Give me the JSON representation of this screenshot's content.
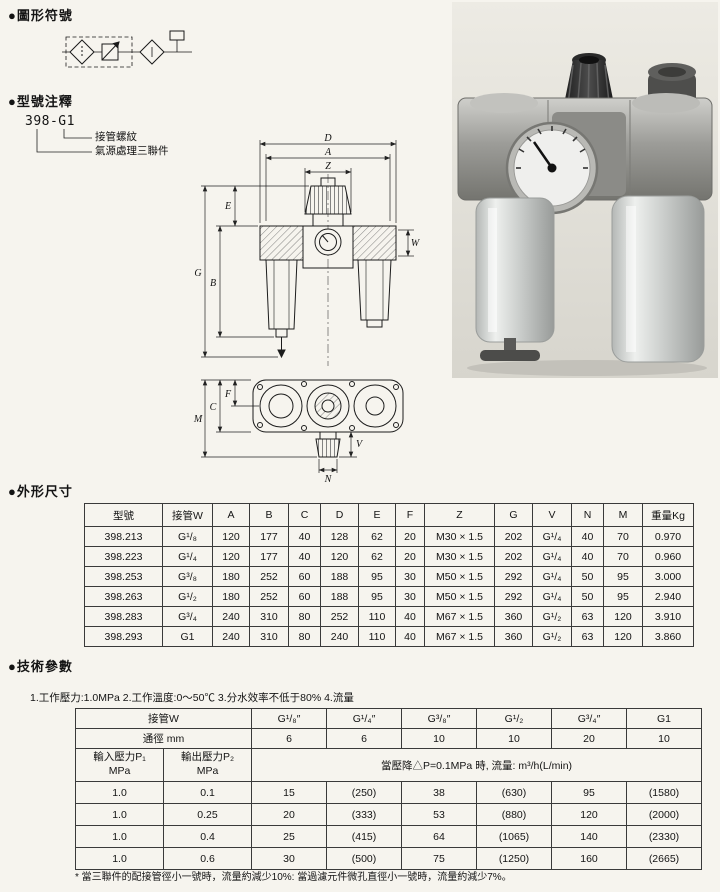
{
  "page_bg": "#f6f4ee",
  "border_color": "#3a3a3a",
  "sections": {
    "symbol_heading": "●圖形符號",
    "model_heading": "●型號注釋",
    "dims_heading": "●外形尺寸",
    "tech_heading": "●技術參數"
  },
  "model_note": {
    "code": "398-G1",
    "callout_thread": "接管螺紋",
    "callout_unit": "氣源處理三聯件"
  },
  "drawing_labels": {
    "D": "D",
    "A": "A",
    "Z": "Z",
    "E": "E",
    "W": "W",
    "G": "G",
    "B": "B",
    "C": "C",
    "F": "F",
    "M": "M",
    "N": "N",
    "V": "V"
  },
  "dim_table": {
    "headers": [
      "型號",
      "接管W",
      "A",
      "B",
      "C",
      "D",
      "E",
      "F",
      "Z",
      "G",
      "V",
      "N",
      "M",
      "重量Kg"
    ],
    "rows": [
      [
        "398.213",
        "G¹/₈",
        "120",
        "177",
        "40",
        "128",
        "62",
        "20",
        "M30 × 1.5",
        "202",
        "G¹/₄",
        "40",
        "70",
        "0.970"
      ],
      [
        "398.223",
        "G¹/₄",
        "120",
        "177",
        "40",
        "120",
        "62",
        "20",
        "M30 × 1.5",
        "202",
        "G¹/₄",
        "40",
        "70",
        "0.960"
      ],
      [
        "398.253",
        "G³/₈",
        "180",
        "252",
        "60",
        "188",
        "95",
        "30",
        "M50 × 1.5",
        "292",
        "G¹/₄",
        "50",
        "95",
        "3.000"
      ],
      [
        "398.263",
        "G¹/₂",
        "180",
        "252",
        "60",
        "188",
        "95",
        "30",
        "M50 × 1.5",
        "292",
        "G¹/₄",
        "50",
        "95",
        "2.940"
      ],
      [
        "398.283",
        "G³/₄",
        "240",
        "310",
        "80",
        "252",
        "110",
        "40",
        "M67 × 1.5",
        "360",
        "G¹/₂",
        "63",
        "120",
        "3.910"
      ],
      [
        "398.293",
        "G1",
        "240",
        "310",
        "80",
        "240",
        "110",
        "40",
        "M67 × 1.5",
        "360",
        "G¹/₂",
        "63",
        "120",
        "3.860"
      ]
    ]
  },
  "tech": {
    "note": "1.工作壓力:1.0MPa 2.工作溫度:0～50℃ 3.分水效率不低于80% 4.流量",
    "footnote": "* 當三聯件的配接管徑小一號時，流量約減少10%: 當過濾元件微孔直徑小一號時，流量約減少7%。"
  },
  "tech_table": {
    "pipe_label": "接管W",
    "pipe_sizes": [
      "G¹/₈″",
      "G¹/₄″",
      "G³/₈″",
      "G¹/₂",
      "G³/₄″",
      "G1"
    ],
    "bore_label": "通徑 mm",
    "bore_values": [
      "6",
      "6",
      "10",
      "10",
      "20",
      "10"
    ],
    "in_label": "輸入壓力P₁",
    "in_unit": "MPa",
    "out_label": "輸出壓力P₂",
    "out_unit": "MPa",
    "flow_header": "當壓降△P=0.1MPa 時, 流量: m³/h(L/min)",
    "rows": [
      [
        "1.0",
        "0.1",
        "15",
        "(250)",
        "38",
        "(630)",
        "95",
        "(1580)"
      ],
      [
        "1.0",
        "0.25",
        "20",
        "(333)",
        "53",
        "(880)",
        "120",
        "(2000)"
      ],
      [
        "1.0",
        "0.4",
        "25",
        "(415)",
        "64",
        "(1065)",
        "140",
        "(2330)"
      ],
      [
        "1.0",
        "0.6",
        "30",
        "(500)",
        "75",
        "(1250)",
        "160",
        "(2665)"
      ]
    ]
  }
}
